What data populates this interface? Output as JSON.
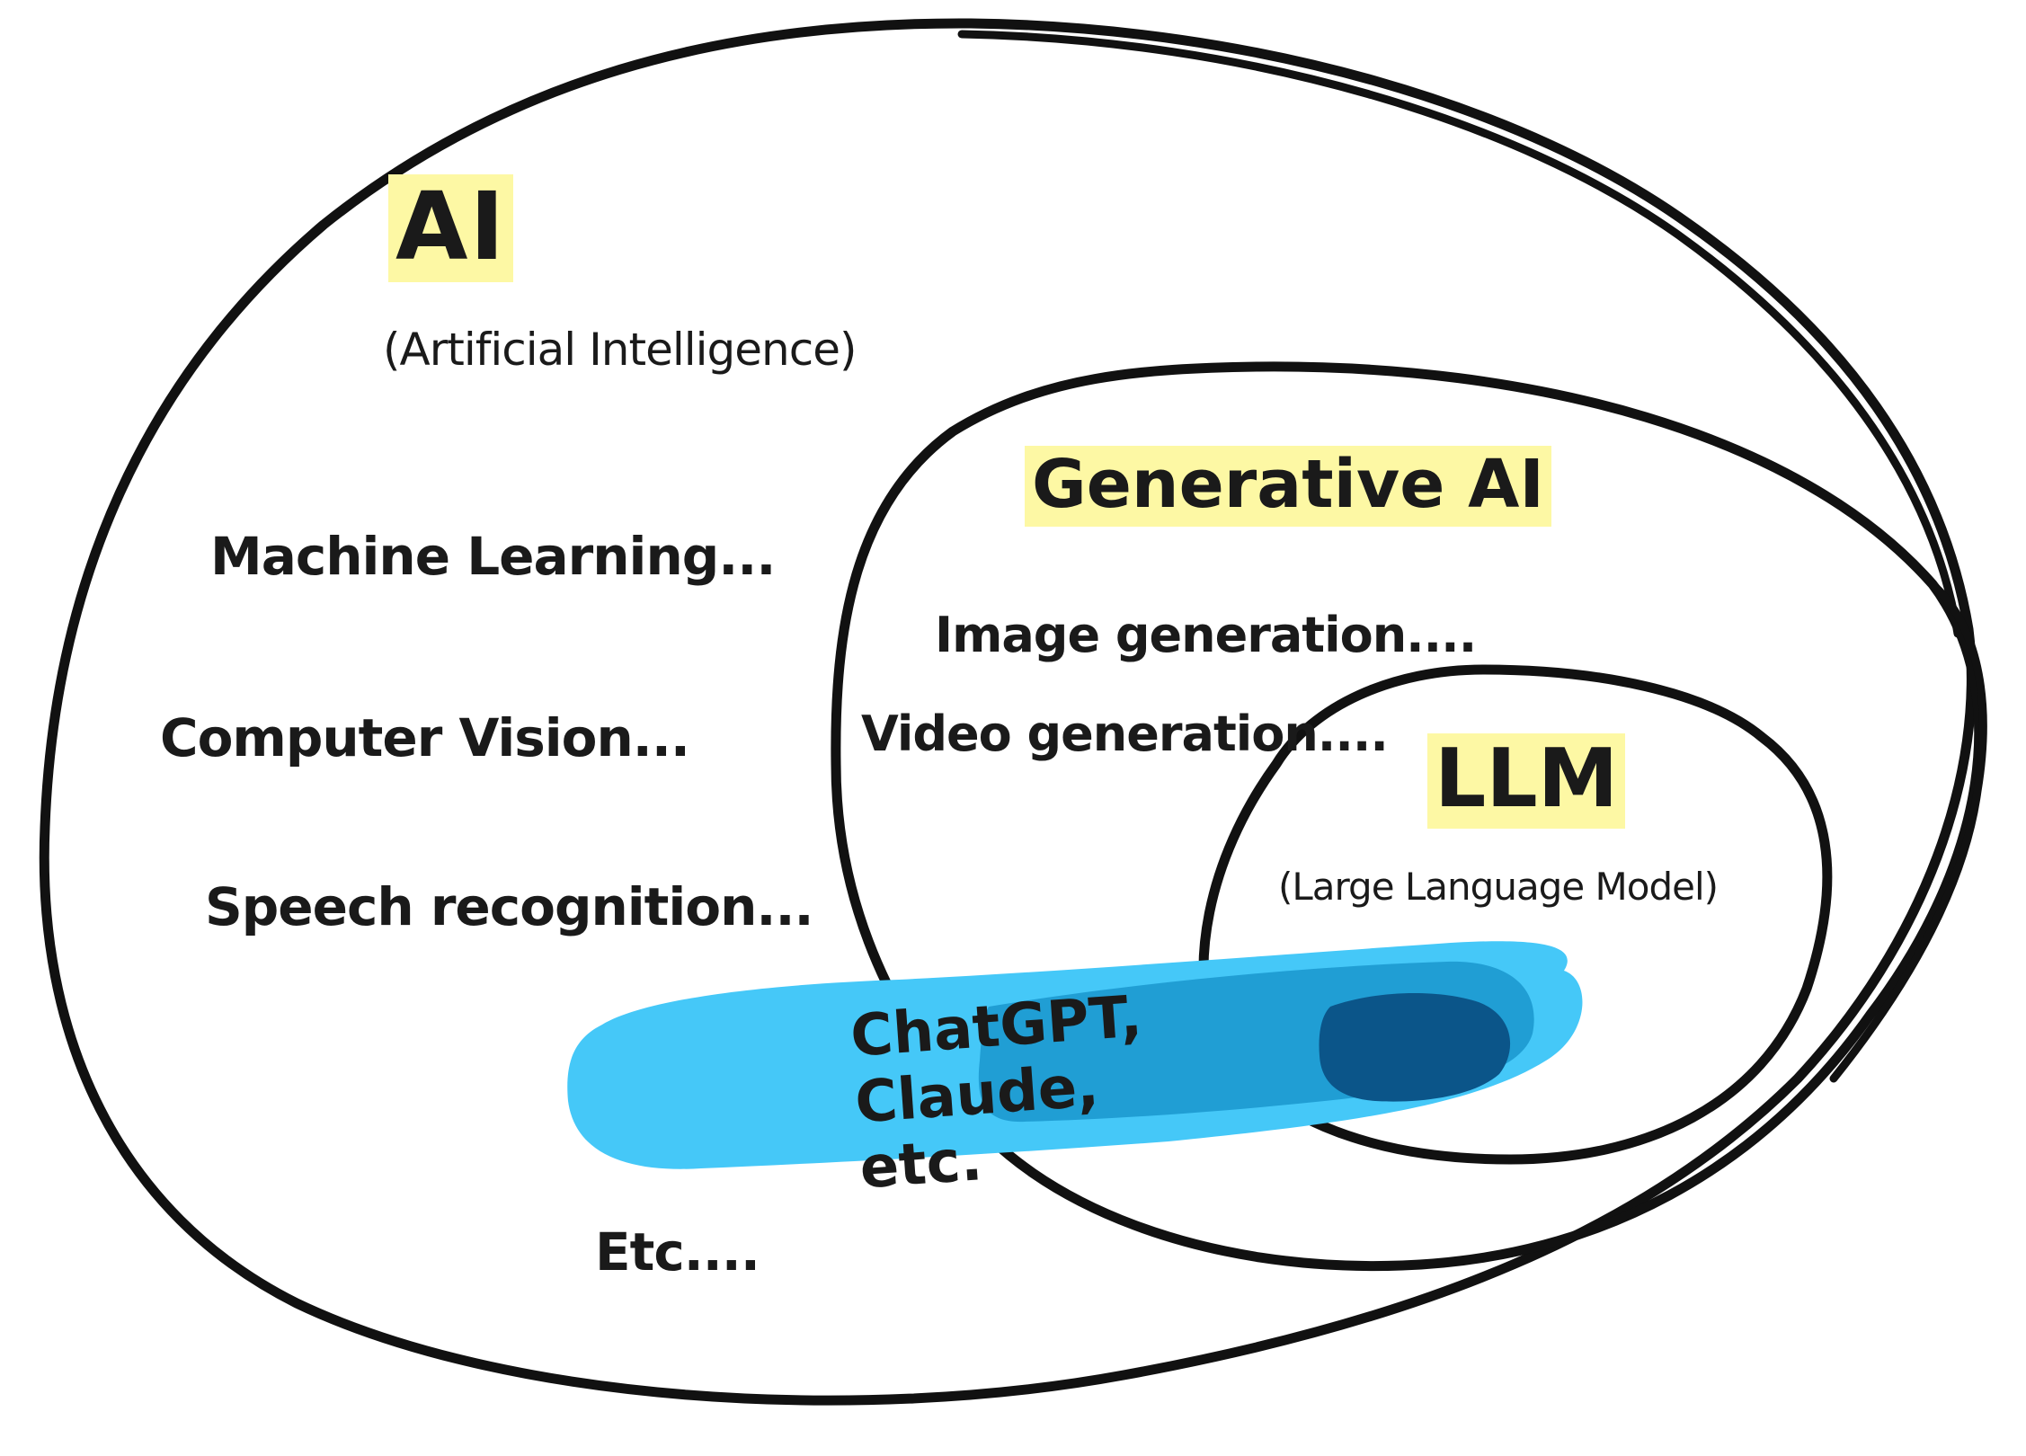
{
  "diagram": {
    "ai": {
      "title": "AI",
      "subtitle": "(Artificial Intelligence)",
      "items": [
        "Machine Learning...",
        "Computer Vision...",
        "Speech recognition...",
        "Etc...."
      ]
    },
    "generative_ai": {
      "title": "Generative AI",
      "items": [
        "Image generation....",
        "Video generation...."
      ]
    },
    "llm": {
      "title": "LLM",
      "subtitle": "(Large Language Model)"
    },
    "highlight": {
      "text": "ChatGPT, Claude, etc."
    }
  },
  "colors": {
    "outline": "#111111",
    "label_highlight": "#fdf8a4",
    "marker_light_blue": "#45c8f8",
    "marker_mid_blue": "#209ed4",
    "marker_dark_blue": "#0b5589"
  }
}
